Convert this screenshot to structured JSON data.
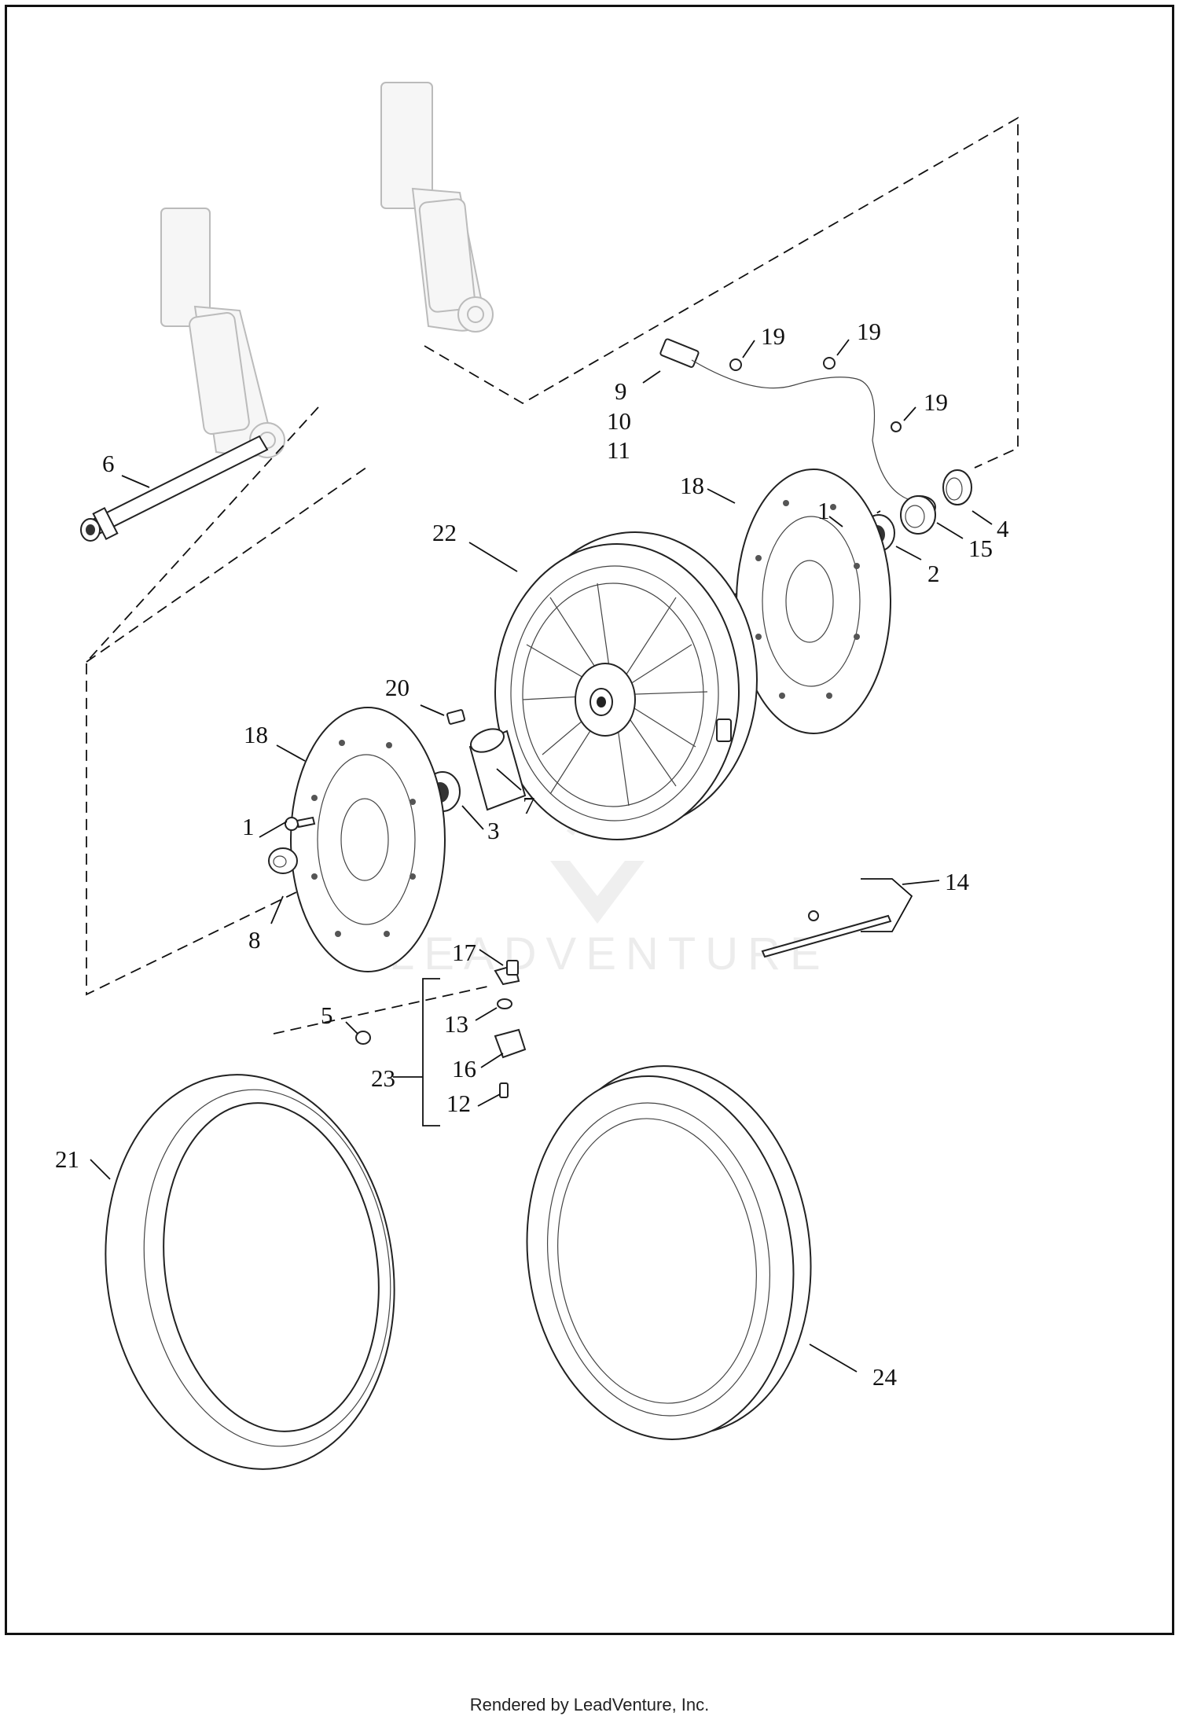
{
  "watermark": "LEADVENTURE",
  "footer_text": "Rendered by LeadVenture, Inc.",
  "callouts": {
    "c1a": "1",
    "c1b": "1",
    "c2": "2",
    "c3": "3",
    "c4": "4",
    "c5": "5",
    "c6": "6",
    "c7": "7",
    "c8": "8",
    "c9": "9",
    "c10": "10",
    "c11": "11",
    "c12": "12",
    "c13": "13",
    "c14": "14",
    "c15": "15",
    "c16": "16",
    "c17": "17",
    "c18a": "18",
    "c18b": "18",
    "c19a": "19",
    "c19b": "19",
    "c19c": "19",
    "c20": "20",
    "c21": "21",
    "c22": "22",
    "c23": "23",
    "c24": "24"
  }
}
